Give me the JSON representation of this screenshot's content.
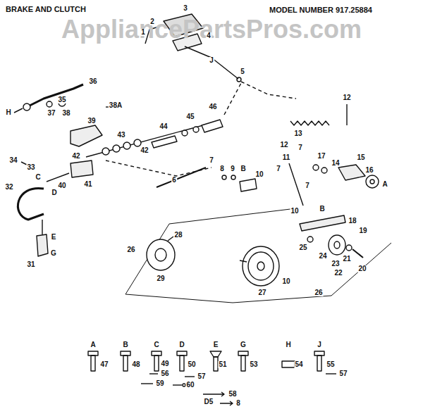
{
  "diagram": {
    "title": "BRAKE AND CLUTCH",
    "labels": [
      "MODEL NUMBER 917.25884",
      "AppliancePartsPros.com",
      "1",
      "2",
      "3",
      "4",
      "J",
      "5",
      "36",
      "35",
      "H",
      "37",
      "38",
      "38A",
      "39",
      "46",
      "45",
      "44",
      "43",
      "42",
      "42",
      "34",
      "33",
      "C",
      "40",
      "41",
      "32",
      "D",
      "12",
      "13",
      "7",
      "12",
      "17",
      "14",
      "15",
      "16",
      "11",
      "7",
      "7",
      "8",
      "9",
      "B",
      "10",
      "6",
      "A",
      "7",
      "10",
      "B",
      "18",
      "19",
      "28",
      "E",
      "25",
      "26",
      "24",
      "G",
      "21",
      "23",
      "31",
      "20",
      "22",
      "29",
      "10",
      "27",
      "26",
      "A",
      "47",
      "B",
      "48",
      "C",
      "49",
      "D",
      "50",
      "E",
      "51",
      "G",
      "53",
      "H",
      "54",
      "J",
      "55",
      "56",
      "57",
      "59",
      "60",
      "58",
      "8",
      "57",
      "D5"
    ]
  }
}
